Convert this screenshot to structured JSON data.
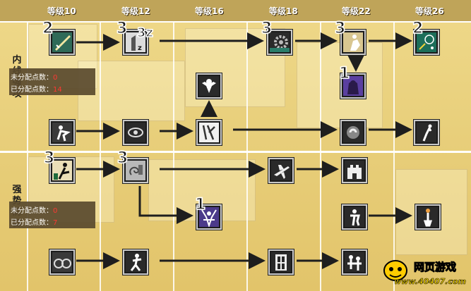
{
  "levels": [
    "等级10",
    "等级12",
    "等级16",
    "等级18",
    "等级22",
    "等级26"
  ],
  "sections": [
    {
      "label": "内线强攻",
      "unassigned_label": "未分配点数：",
      "unassigned": "0",
      "assigned_label": "已分配点数：",
      "assigned": "14"
    },
    {
      "label": "强势防御",
      "unassigned_label": "未分配点数：",
      "unassigned": "0",
      "assigned_label": "已分配点数：",
      "assigned": "7"
    }
  ],
  "skills": {
    "l10_offense_top": {
      "rank": "2",
      "icon": "sword-slash-icon"
    },
    "l12_offense_top": {
      "rank": "3",
      "icon": "sleep-z-icon",
      "badge": "3z"
    },
    "l18_offense_top": {
      "rank": "3",
      "icon": "gear-icon"
    },
    "l22_offense_top": {
      "rank": "3",
      "icon": "dunk-player-icon"
    },
    "l26_offense_top": {
      "rank": "2",
      "icon": "court-diagram-icon"
    },
    "l22_offense_mid": {
      "rank": "1",
      "icon": "gorilla-icon"
    },
    "l16_offense_mid": {
      "rank": "",
      "icon": "muscle-man-icon"
    },
    "l10_offense_bot": {
      "rank": "",
      "icon": "driving-player-icon"
    },
    "l12_offense_bot": {
      "rank": "",
      "icon": "eye-icon"
    },
    "l16_offense_bot": {
      "rank": "",
      "icon": "tangled-player-icon"
    },
    "l22_offense_bot": {
      "rank": "",
      "icon": "gear-swirl-icon"
    },
    "l26_offense_bot": {
      "rank": "",
      "icon": "jump-shot-icon"
    },
    "l10_defense_top": {
      "rank": "3",
      "icon": "kick-fighter-icon"
    },
    "l12_defense_top": {
      "rank": "3",
      "icon": "spiral-shield-icon"
    },
    "l18_defense_top": {
      "rank": "",
      "icon": "airplane-icon"
    },
    "l22_defense_top": {
      "rank": "",
      "icon": "castle-icon"
    },
    "l12_defense_mid": {
      "rank": "1",
      "icon": "spiky-figure-icon"
    },
    "l22_defense_mid": {
      "rank": "",
      "icon": "standing-player-icon"
    },
    "l26_defense_mid": {
      "rank": "",
      "icon": "block-hand-icon"
    },
    "l10_defense_bot": {
      "rank": "",
      "icon": "basketballs-icon"
    },
    "l12_defense_bot": {
      "rank": "",
      "icon": "rebound-player-icon"
    },
    "l18_defense_bot": {
      "rank": "",
      "icon": "door-icon"
    },
    "l22_defense_bot": {
      "rank": "",
      "icon": "crowd-players-icon"
    }
  },
  "logo": {
    "title": "网页游戏",
    "url": "www.40407.com"
  },
  "colors": {
    "header": "#bfa459",
    "background": "#e8cf7b",
    "stat_panel": "#5a4a2e",
    "stat_number": "#ff2b2b",
    "arrow": "#1e1e1e"
  }
}
